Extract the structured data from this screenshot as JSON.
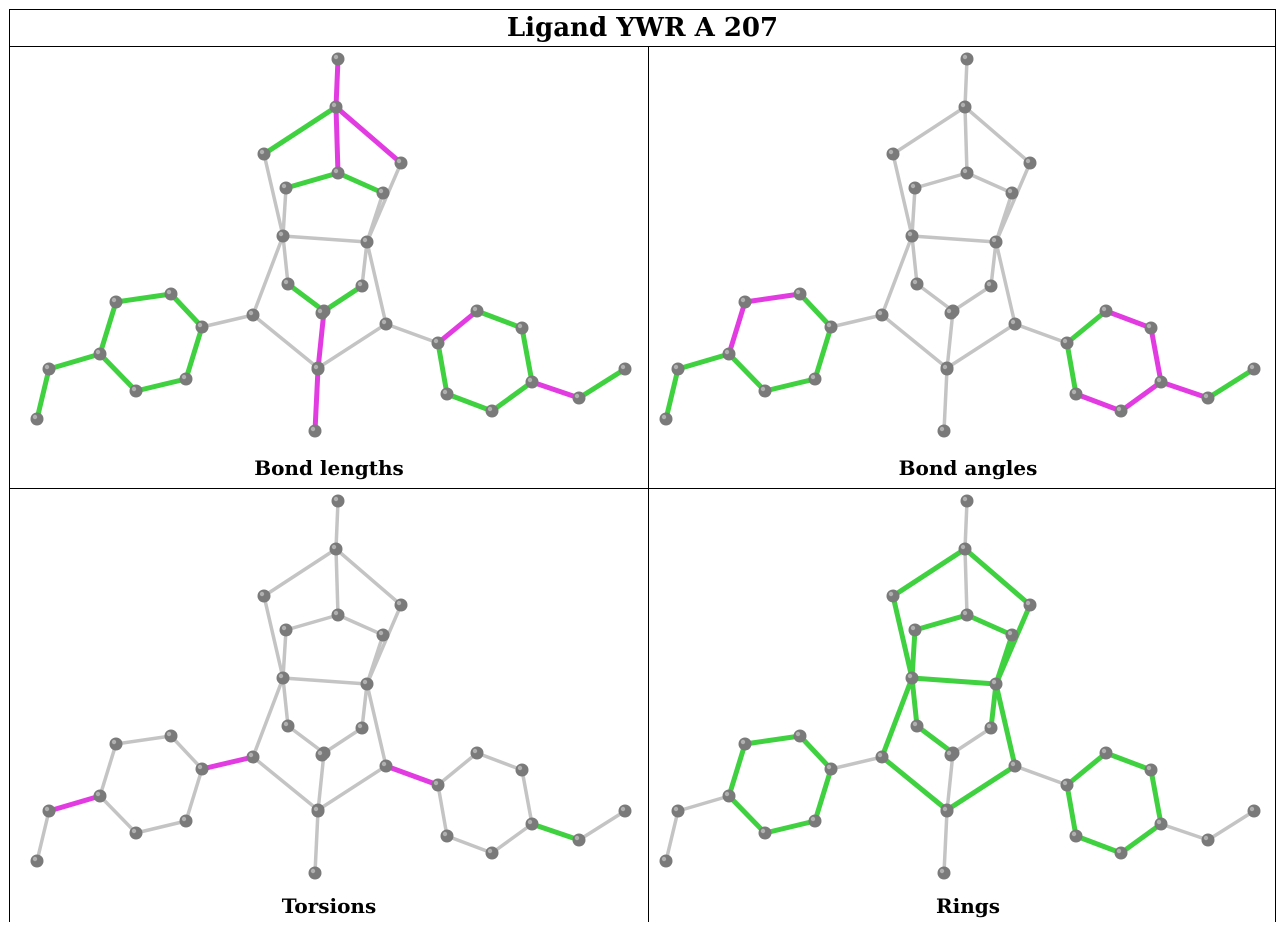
{
  "title": "Ligand YWR A 207",
  "colors": {
    "default_bond": "#c4c4c4",
    "ok_bond": "#3fd13f",
    "outlier_bond": "#e23be2",
    "atom": "#7a7a7a",
    "atom_highlight": "#b0b0b0"
  },
  "panels": [
    {
      "caption": "Bond lengths",
      "bond_colors": {
        "M-B": "outlier",
        "B-C": "ok",
        "B-D": "outlier",
        "B-E": "outlier",
        "E-F": "ok",
        "E-G": "ok",
        "P-Q": "ok",
        "Q-R": "ok",
        "R-S": "outlier",
        "S-T": "outlier",
        "L1-L2": "ok",
        "L2-L3": "ok",
        "L3-L4": "ok",
        "L4-L5": "ok",
        "L5-L6": "ok",
        "L6-L1": "ok",
        "L6-LE1": "ok",
        "LE1-LE2": "ok",
        "R1-R2": "outlier",
        "R2-R3": "ok",
        "R3-R4": "ok",
        "R4-R5": "ok",
        "R5-R6": "ok",
        "R6-R1": "ok",
        "R4-RE1": "outlier",
        "RE1-RE2": "ok"
      }
    },
    {
      "caption": "Bond angles",
      "bond_colors": {
        "L1-L2": "ok",
        "L2-L3": "outlier",
        "L3-L4": "outlier",
        "L4-L5": "ok",
        "L5-L6": "ok",
        "L6-L1": "ok",
        "L6-LE1": "ok",
        "LE1-LE2": "ok",
        "R1-R2": "ok",
        "R2-R3": "outlier",
        "R3-R4": "outlier",
        "R4-R5": "outlier",
        "R5-R6": "outlier",
        "R6-R1": "ok",
        "R4-RE1": "outlier",
        "RE1-RE2": "ok"
      }
    },
    {
      "caption": "Torsions",
      "bond_colors": {
        "K-L1": "outlier",
        "N-R1": "outlier",
        "L6-LE1": "outlier",
        "R4-RE1": "ok"
      }
    },
    {
      "caption": "Rings",
      "bond_colors": {
        "B-C": "ok",
        "B-D": "ok",
        "C-H": "ok",
        "D-I": "ok",
        "H-K": "ok",
        "I-N": "ok",
        "K-O": "ok",
        "N-O": "ok",
        "E-F": "ok",
        "E-G": "ok",
        "F-J": "ok",
        "G-J": "ok",
        "H-I": "ok",
        "H-P": "ok",
        "I-P": "ok",
        "P-Q": "ok",
        "P-R": "ok",
        "L1-L2": "ok",
        "L2-L3": "ok",
        "L3-L4": "ok",
        "L4-L5": "ok",
        "L5-L6": "ok",
        "L6-L1": "ok",
        "R1-R2": "ok",
        "R2-R3": "ok",
        "R3-R4": "ok",
        "R4-R5": "ok",
        "R5-R6": "ok",
        "R6-R1": "ok"
      }
    }
  ]
}
